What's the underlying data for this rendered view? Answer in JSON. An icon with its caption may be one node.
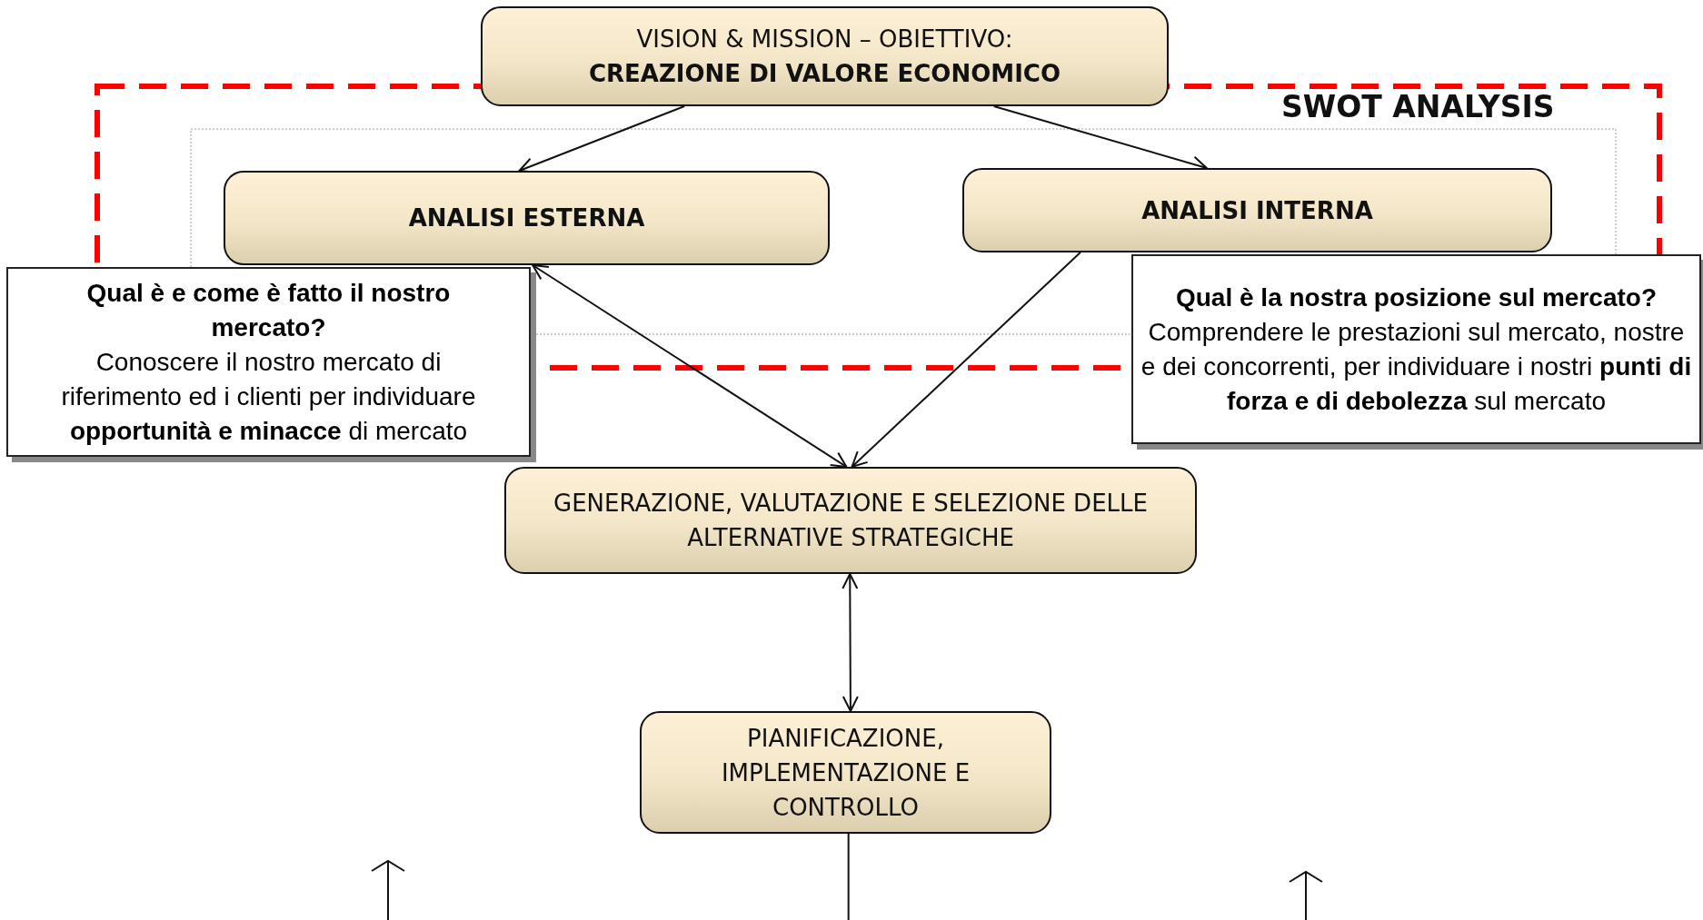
{
  "diagram": {
    "nodes": [
      {
        "text": [
          "VISION & MISSION – OBIETTIVO:",
          "CREAZIONE DI VALORE ECONOMICO"
        ]
      },
      {
        "text": [
          "ANALISI ESTERNA"
        ]
      },
      {
        "text": [
          "ANALISI INTERNA"
        ]
      },
      {
        "text": [
          "Qual è e come è fatto il nostro mercato?",
          "Conoscere il nostro mercato di riferimento ed i clienti per individuare **opportunità e minacce** di mercato"
        ]
      },
      {
        "text": [
          "Qual è la nostra posizione sul mercato?",
          "Comprendere le prestazioni sul mercato, nostre e dei concorrenti, per individuare i nostri **punti di forza e di debolezza** sul mercato"
        ]
      },
      {
        "text": [
          "GENERAZIONE, VALUTAZIONE E SELEZIONE DELLE ALTERNATIVE STRATEGICHE"
        ]
      },
      {
        "text": [
          "PIANIFICAZIONE, IMPLEMENTAZIONE  E CONTROLLO"
        ]
      }
    ],
    "edges": [
      {
        "from": 0,
        "to": 1,
        "arrow": "to"
      },
      {
        "from": 0,
        "to": 2,
        "arrow": "to"
      },
      {
        "from": 1,
        "to": 5,
        "arrow": "both"
      },
      {
        "from": 2,
        "to": 5,
        "arrow": "to"
      },
      {
        "from": 5,
        "to": 6,
        "arrow": "both"
      },
      {
        "from": 6,
        "to": null,
        "arrow": "none"
      }
    ],
    "labels": [
      "SWOT ANALYSIS"
    ]
  }
}
